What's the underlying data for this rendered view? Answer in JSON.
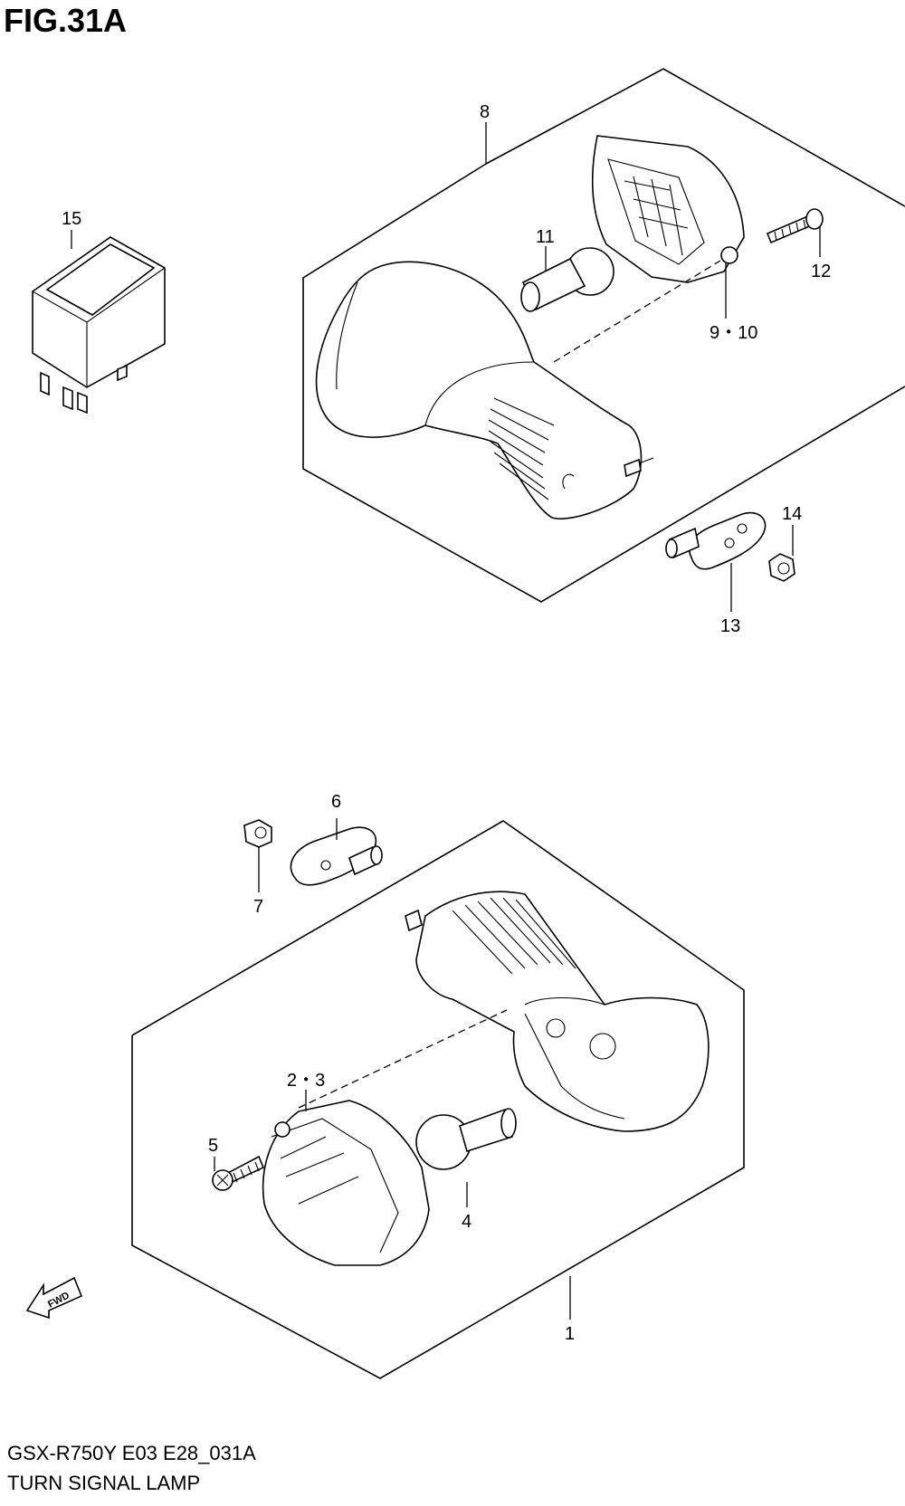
{
  "figure": {
    "title": "FIG.31A"
  },
  "footer": {
    "code": "GSX-R750Y E03 E28_031A",
    "name": "TURN SIGNAL LAMP"
  },
  "callouts": {
    "c1": "1",
    "c2_3": "2・3",
    "c4": "4",
    "c5": "5",
    "c6": "6",
    "c7": "7",
    "c8": "8",
    "c9_10": "9・10",
    "c11": "11",
    "c12": "12",
    "c13": "13",
    "c14": "14",
    "c15": "15"
  },
  "direction_badge": "FWD"
}
